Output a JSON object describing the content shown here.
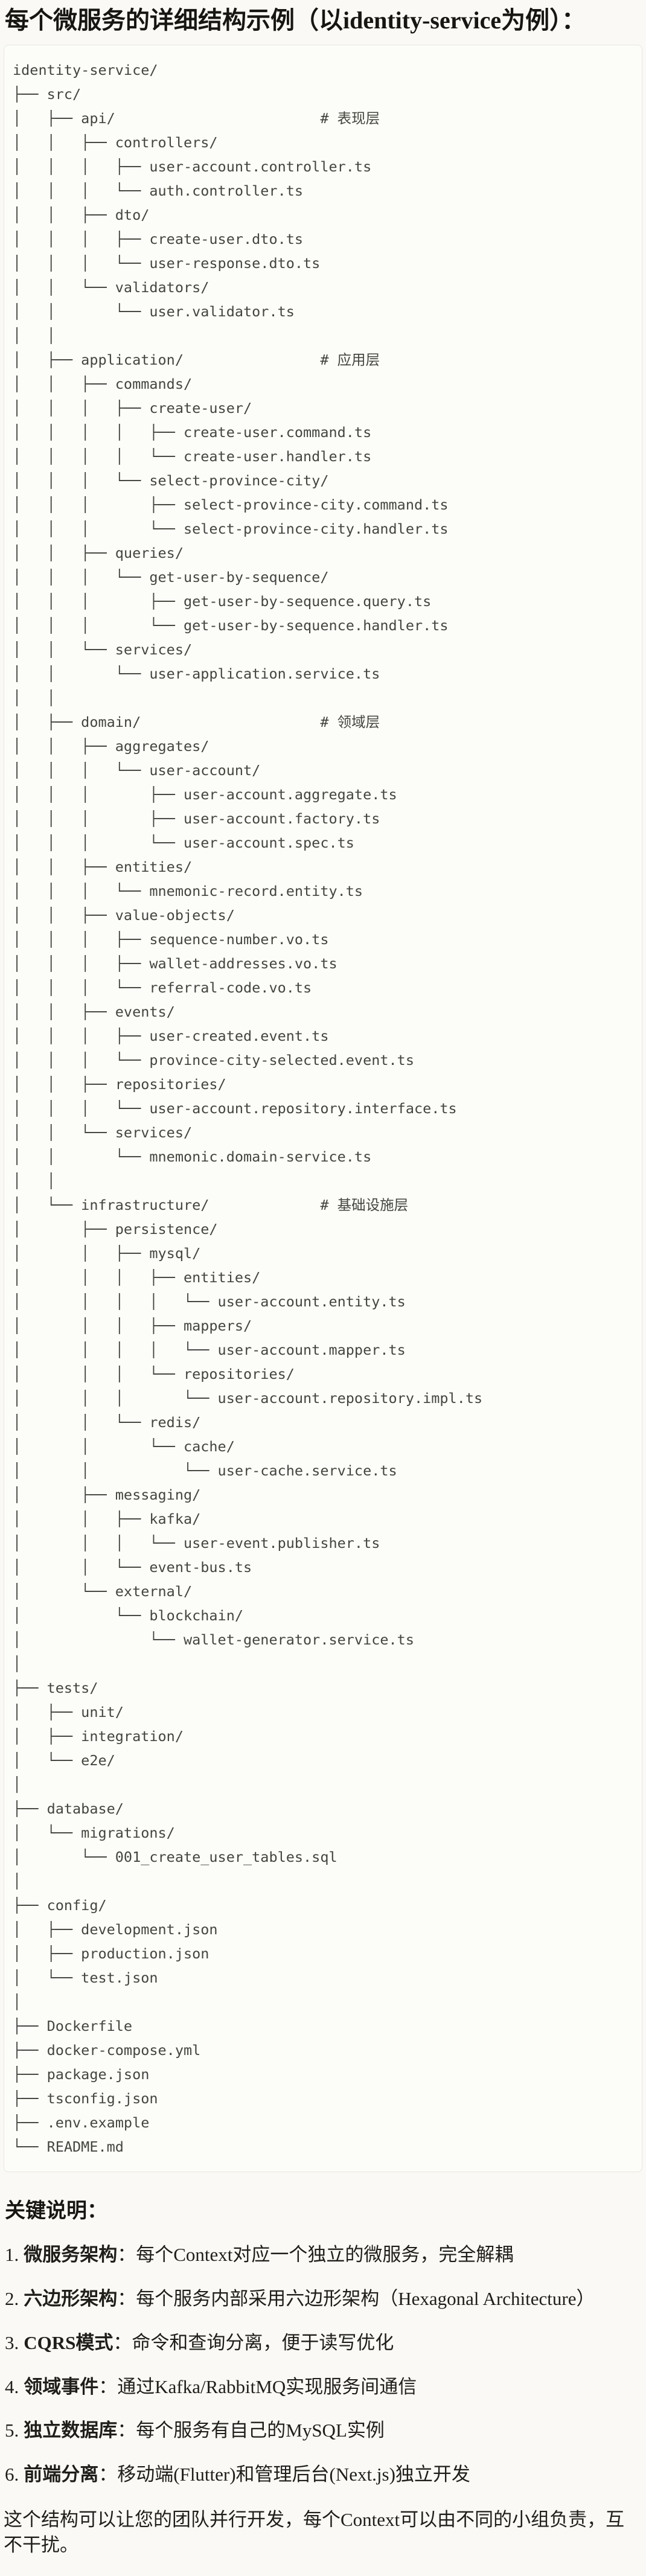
{
  "page": {
    "title": "每个微服务的详细结构示例（以identity-service为例）：",
    "colors": {
      "page_bg": "#FAF9F5",
      "code_bg": "#FCFCF9",
      "code_border": "#E9E7DE",
      "code_text": "#45453F",
      "body_text": "#1F1E1A"
    }
  },
  "code_block": {
    "tree": "identity-service/\n├── src/\n│   ├── api/                        # 表现层\n│   │   ├── controllers/\n│   │   │   ├── user-account.controller.ts\n│   │   │   └── auth.controller.ts\n│   │   ├── dto/\n│   │   │   ├── create-user.dto.ts\n│   │   │   └── user-response.dto.ts\n│   │   └── validators/\n│   │       └── user.validator.ts\n│   │\n│   ├── application/                # 应用层\n│   │   ├── commands/\n│   │   │   ├── create-user/\n│   │   │   │   ├── create-user.command.ts\n│   │   │   │   └── create-user.handler.ts\n│   │   │   └── select-province-city/\n│   │   │       ├── select-province-city.command.ts\n│   │   │       └── select-province-city.handler.ts\n│   │   ├── queries/\n│   │   │   └── get-user-by-sequence/\n│   │   │       ├── get-user-by-sequence.query.ts\n│   │   │       └── get-user-by-sequence.handler.ts\n│   │   └── services/\n│   │       └── user-application.service.ts\n│   │\n│   ├── domain/                     # 领域层\n│   │   ├── aggregates/\n│   │   │   └── user-account/\n│   │   │       ├── user-account.aggregate.ts\n│   │   │       ├── user-account.factory.ts\n│   │   │       └── user-account.spec.ts\n│   │   ├── entities/\n│   │   │   └── mnemonic-record.entity.ts\n│   │   ├── value-objects/\n│   │   │   ├── sequence-number.vo.ts\n│   │   │   ├── wallet-addresses.vo.ts\n│   │   │   └── referral-code.vo.ts\n│   │   ├── events/\n│   │   │   ├── user-created.event.ts\n│   │   │   └── province-city-selected.event.ts\n│   │   ├── repositories/\n│   │   │   └── user-account.repository.interface.ts\n│   │   └── services/\n│   │       └── mnemonic.domain-service.ts\n│   │\n│   └── infrastructure/             # 基础设施层\n│       ├── persistence/\n│       │   ├── mysql/\n│       │   │   ├── entities/\n│       │   │   │   └── user-account.entity.ts\n│       │   │   ├── mappers/\n│       │   │   │   └── user-account.mapper.ts\n│       │   │   └── repositories/\n│       │   │       └── user-account.repository.impl.ts\n│       │   └── redis/\n│       │       └── cache/\n│       │           └── user-cache.service.ts\n│       ├── messaging/\n│       │   ├── kafka/\n│       │   │   └── user-event.publisher.ts\n│       │   └── event-bus.ts\n│       └── external/\n│           └── blockchain/\n│               └── wallet-generator.service.ts\n│\n├── tests/\n│   ├── unit/\n│   ├── integration/\n│   └── e2e/\n│\n├── database/\n│   └── migrations/\n│       └── 001_create_user_tables.sql\n│\n├── config/\n│   ├── development.json\n│   ├── production.json\n│   └── test.json\n│\n├── Dockerfile\n├── docker-compose.yml\n├── package.json\n├── tsconfig.json\n├── .env.example\n└── README.md"
  },
  "notes": {
    "heading": "关键说明：",
    "items": [
      {
        "num": "1.",
        "term": "微服务架构",
        "sep": "：",
        "desc": "每个Context对应一个独立的微服务，完全解耦"
      },
      {
        "num": "2.",
        "term": "六边形架构",
        "sep": "：",
        "desc": "每个服务内部采用六边形架构（Hexagonal Architecture）"
      },
      {
        "num": "3.",
        "term": "CQRS模式",
        "sep": "：",
        "desc": "命令和查询分离，便于读写优化"
      },
      {
        "num": "4.",
        "term": "领域事件",
        "sep": "：",
        "desc": "通过Kafka/RabbitMQ实现服务间通信"
      },
      {
        "num": "5.",
        "term": "独立数据库",
        "sep": "：",
        "desc": "每个服务有自己的MySQL实例"
      },
      {
        "num": "6.",
        "term": "前端分离",
        "sep": "：",
        "desc": "移动端(Flutter)和管理后台(Next.js)独立开发"
      }
    ],
    "closing": "这个结构可以让您的团队并行开发，每个Context可以由不同的小组负责，互不干扰。"
  }
}
